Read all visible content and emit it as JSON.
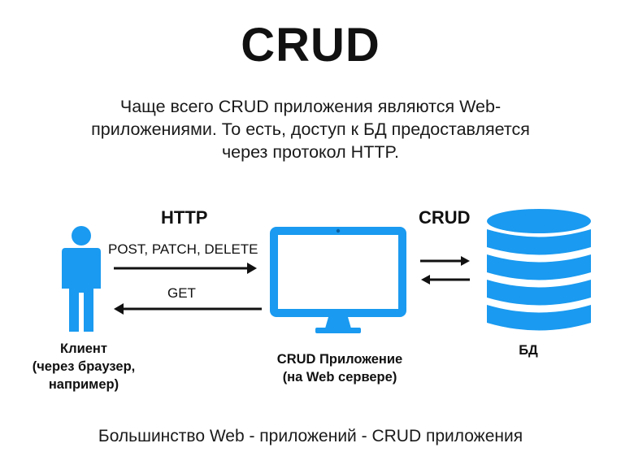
{
  "title": "CRUD",
  "intro": {
    "line1": "Чаще всего CRUD приложения являются Web-",
    "line2": "приложениями. То есть, доступ к БД предоставляется",
    "line3": "через протокол HTTP."
  },
  "labels": {
    "http": "HTTP",
    "crud": "CRUD",
    "post_patch_delete": "POST, PATCH, DELETE",
    "get": "GET"
  },
  "client": {
    "line1": "Клиент",
    "line2": "(через браузер,",
    "line3": "например)"
  },
  "app": {
    "line1": "CRUD Приложение",
    "line2": "(на Web сервере)"
  },
  "db": {
    "label": "БД"
  },
  "footer": "Большинство Web - приложений - CRUD приложения",
  "colors": {
    "accent": "#1a9af0",
    "text": "#111111"
  },
  "icons": [
    "person-icon",
    "monitor-icon",
    "database-icon"
  ]
}
